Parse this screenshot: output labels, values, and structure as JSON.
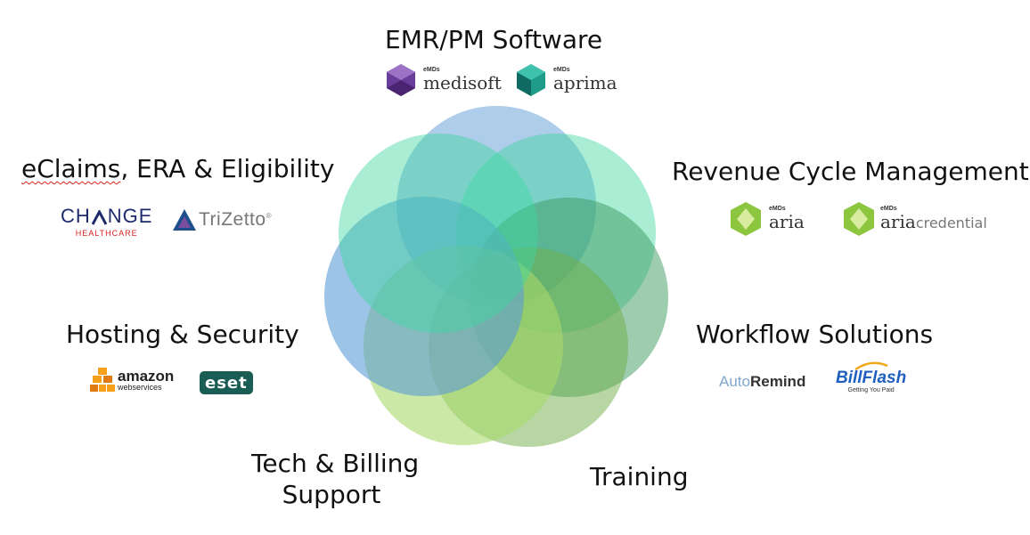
{
  "categories": {
    "emr": "EMR/PM Software",
    "rcm": "Revenue Cycle Management",
    "eclaims_main": "eClaims",
    "eclaims_rest": ", ERA & Eligibility",
    "hosting": "Hosting & Security",
    "workflow": "Workflow Solutions",
    "tech_line1": "Tech & Billing",
    "tech_line2": "Support",
    "training": "Training"
  },
  "logos": {
    "medisoft": {
      "brand": "eMDs",
      "name": "medisoft"
    },
    "aprima": {
      "brand": "eMDs",
      "name": "aprima"
    },
    "aria": {
      "brand": "eMDs",
      "name": "aria"
    },
    "ariacredential": {
      "brand": "eMDs",
      "name_a": "aria",
      "name_b": "credential"
    },
    "change": {
      "line1": "CH",
      "line1_b": "NGE",
      "line2": "HEALTHCARE"
    },
    "trizetto": {
      "name": "TriZetto",
      "mark": "®"
    },
    "amazon": {
      "line1": "amazon",
      "line2": "webservices"
    },
    "eset": {
      "name": "eset"
    },
    "autoremind": {
      "auto": "Auto",
      "remind": "Remind"
    },
    "billflash": {
      "name": "BillFlash",
      "tagline": "Getting You Paid"
    }
  },
  "colors": {
    "blue": "#5b9bd5",
    "teal": "#3dd6a0",
    "green": "#70ad47",
    "lightgreen": "#a9d96b",
    "darkgreen": "#3c9a5f"
  }
}
